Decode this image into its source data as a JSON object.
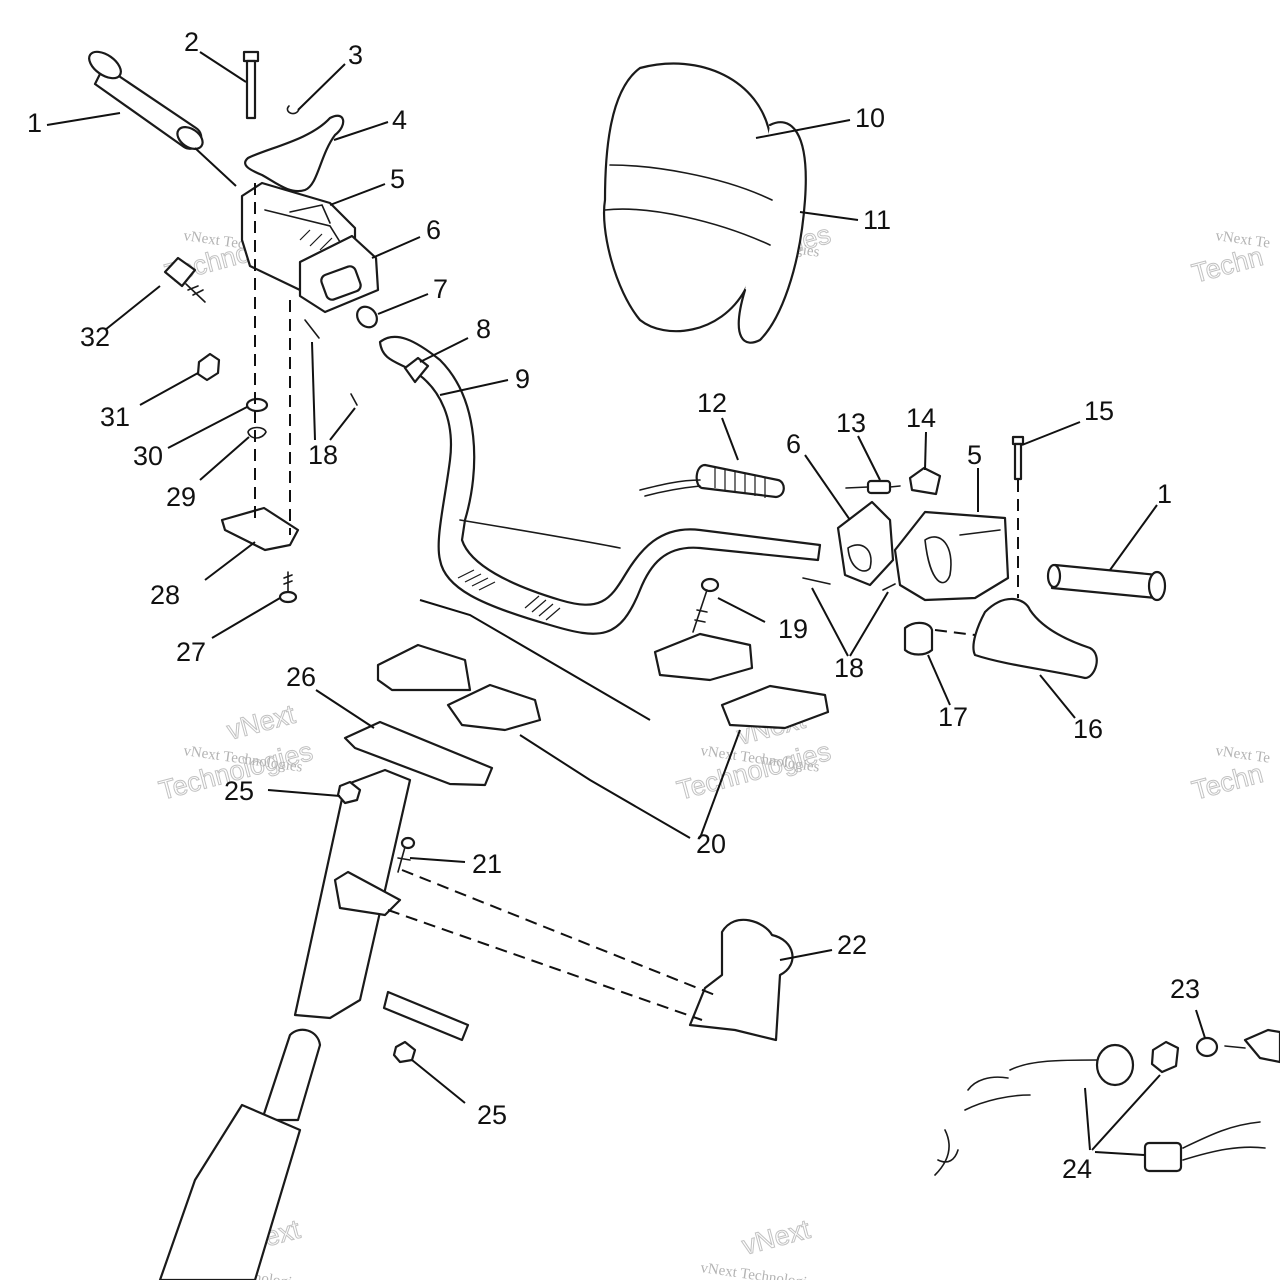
{
  "callouts": [
    {
      "id": "c1",
      "text": "1"
    },
    {
      "id": "c2",
      "text": "2"
    },
    {
      "id": "c3",
      "text": "3"
    },
    {
      "id": "c4",
      "text": "4"
    },
    {
      "id": "c5",
      "text": "5"
    },
    {
      "id": "c6",
      "text": "6"
    },
    {
      "id": "c7",
      "text": "7"
    },
    {
      "id": "c8",
      "text": "8"
    },
    {
      "id": "c9",
      "text": "9"
    },
    {
      "id": "c10",
      "text": "10"
    },
    {
      "id": "c11",
      "text": "11"
    },
    {
      "id": "c12",
      "text": "12"
    },
    {
      "id": "c13",
      "text": "13"
    },
    {
      "id": "c14",
      "text": "14"
    },
    {
      "id": "c15",
      "text": "15"
    },
    {
      "id": "c16",
      "text": "16"
    },
    {
      "id": "c17",
      "text": "17"
    },
    {
      "id": "c18",
      "text": "18"
    },
    {
      "id": "c19",
      "text": "19"
    },
    {
      "id": "c20",
      "text": "20"
    },
    {
      "id": "c21",
      "text": "21"
    },
    {
      "id": "c22",
      "text": "22"
    },
    {
      "id": "c23",
      "text": "23"
    },
    {
      "id": "c24",
      "text": "24"
    },
    {
      "id": "c25",
      "text": "25"
    },
    {
      "id": "c26",
      "text": "26"
    },
    {
      "id": "c27",
      "text": "27"
    },
    {
      "id": "c28",
      "text": "28"
    },
    {
      "id": "c29",
      "text": "29"
    },
    {
      "id": "c30",
      "text": "30"
    },
    {
      "id": "c31",
      "text": "31"
    },
    {
      "id": "c32",
      "text": "32"
    },
    {
      "id": "c1b",
      "text": "1"
    },
    {
      "id": "c5b",
      "text": "5"
    },
    {
      "id": "c6b",
      "text": "6"
    },
    {
      "id": "c18b",
      "text": "18"
    },
    {
      "id": "c25b",
      "text": "25"
    }
  ],
  "watermark": {
    "line1": "vNext Technologies",
    "line2": "vNext",
    "line3": "Technologies",
    "partial1": "vNext Te",
    "partial2": "Techn"
  }
}
